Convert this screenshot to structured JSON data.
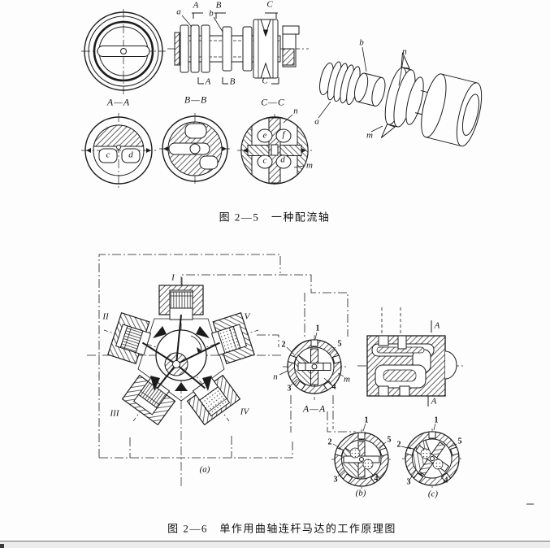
{
  "page": {
    "background": "#fdfdfd",
    "ink": "#1c1c1c"
  },
  "fig5": {
    "caption": "图 2—5　一种配流轴",
    "cut_letters": {
      "A": "A",
      "B": "B",
      "C": "C"
    },
    "section_titles": {
      "aa": "A—A",
      "bb": "B—B",
      "cc": "C—C"
    },
    "part_labels": {
      "a": "a",
      "b": "b",
      "c": "c",
      "d": "d",
      "e": "e",
      "f": "f",
      "m": "m",
      "n": "n"
    }
  },
  "fig6": {
    "caption": "图 2—6　单作用曲轴连杆马达的工作原理图",
    "cylinders": {
      "i": "I",
      "ii": "II",
      "iii": "III",
      "iv": "IV",
      "v": "V"
    },
    "ports": {
      "p1": "1",
      "p2": "2",
      "p3": "3",
      "p4": "4",
      "p5": "5"
    },
    "letters": {
      "m": "m",
      "n": "n"
    },
    "section_title": "A—A",
    "cut_letter": "A",
    "subfigures": {
      "a": "(a)",
      "b": "(b)",
      "c": "(c)"
    }
  }
}
